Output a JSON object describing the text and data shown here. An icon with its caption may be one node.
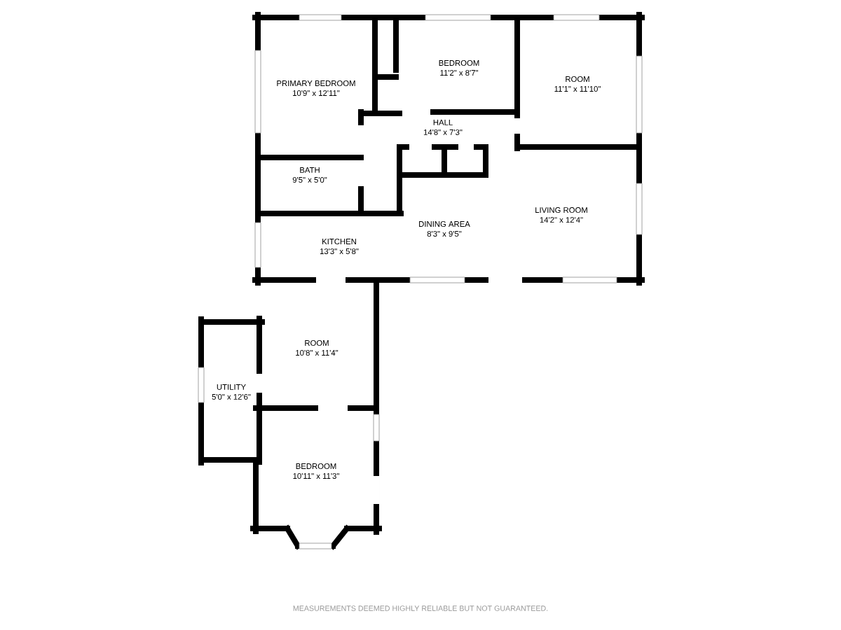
{
  "diagram": {
    "nodes": [
      {
        "text": [
          "PRIMARY BEDROOM",
          "10'9\" x 12'11\""
        ]
      },
      {
        "text": [
          "BEDROOM",
          "11'2\" x 8'7\""
        ]
      },
      {
        "text": [
          "ROOM",
          "11'1\" x 11'10\""
        ]
      },
      {
        "text": [
          "HALL",
          "14'8\" x 7'3\""
        ]
      },
      {
        "text": [
          "BATH",
          "9'5\" x 5'0\""
        ]
      },
      {
        "text": [
          "LIVING ROOM",
          "14'2\" x 12'4\""
        ]
      },
      {
        "text": [
          "DINING AREA",
          "8'3\" x 9'5\""
        ]
      },
      {
        "text": [
          "KITCHEN",
          "13'3\" x 5'8\""
        ]
      },
      {
        "text": [
          "ROOM",
          "10'8\" x 11'4\""
        ]
      },
      {
        "text": [
          "UTILITY",
          "5'0\" x 12'6\""
        ]
      },
      {
        "text": [
          "BEDROOM",
          "10'11\" x 11'3\""
        ]
      }
    ],
    "labels": [
      "MEASUREMENTS DEEMED HIGHLY RELIABLE BUT NOT GUARANTEED."
    ]
  }
}
